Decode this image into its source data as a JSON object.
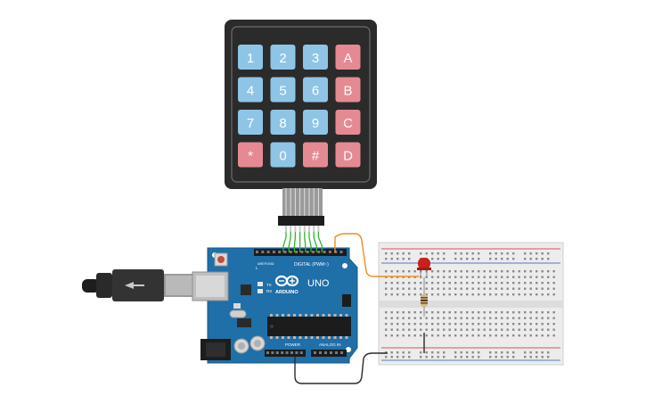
{
  "keypad": {
    "keys": [
      {
        "label": "1",
        "kind": "num"
      },
      {
        "label": "2",
        "kind": "num"
      },
      {
        "label": "3",
        "kind": "num"
      },
      {
        "label": "A",
        "kind": "letter"
      },
      {
        "label": "4",
        "kind": "num"
      },
      {
        "label": "5",
        "kind": "num"
      },
      {
        "label": "6",
        "kind": "num"
      },
      {
        "label": "B",
        "kind": "letter"
      },
      {
        "label": "7",
        "kind": "num"
      },
      {
        "label": "8",
        "kind": "num"
      },
      {
        "label": "9",
        "kind": "num"
      },
      {
        "label": "C",
        "kind": "letter"
      },
      {
        "label": "*",
        "kind": "letter"
      },
      {
        "label": "0",
        "kind": "num"
      },
      {
        "label": "#",
        "kind": "letter"
      },
      {
        "label": "D",
        "kind": "letter"
      }
    ]
  },
  "arduino": {
    "brand": "ARDUINO",
    "model": "UNO",
    "digital_label": "DIGITAL (PWM~)",
    "power_label": "POWER",
    "analog_label": "ANALOG IN",
    "aref_label": "AREF",
    "gnd_label": "GND",
    "tx_label": "TX",
    "rx_label": "RX",
    "l_label": "L"
  },
  "colors": {
    "board": "#1f6fa8",
    "keypad_frame": "#2b2b2b",
    "num_key": "#8ec5e6",
    "letter_key": "#e58a92",
    "wire_green": "#2fb52f",
    "wire_orange": "#f08c1e",
    "wire_black": "#2a2a2a",
    "breadboard": "#ececec",
    "rail_red": "#d9534f",
    "rail_blue": "#4a7bc0",
    "led": "#c8201e"
  }
}
